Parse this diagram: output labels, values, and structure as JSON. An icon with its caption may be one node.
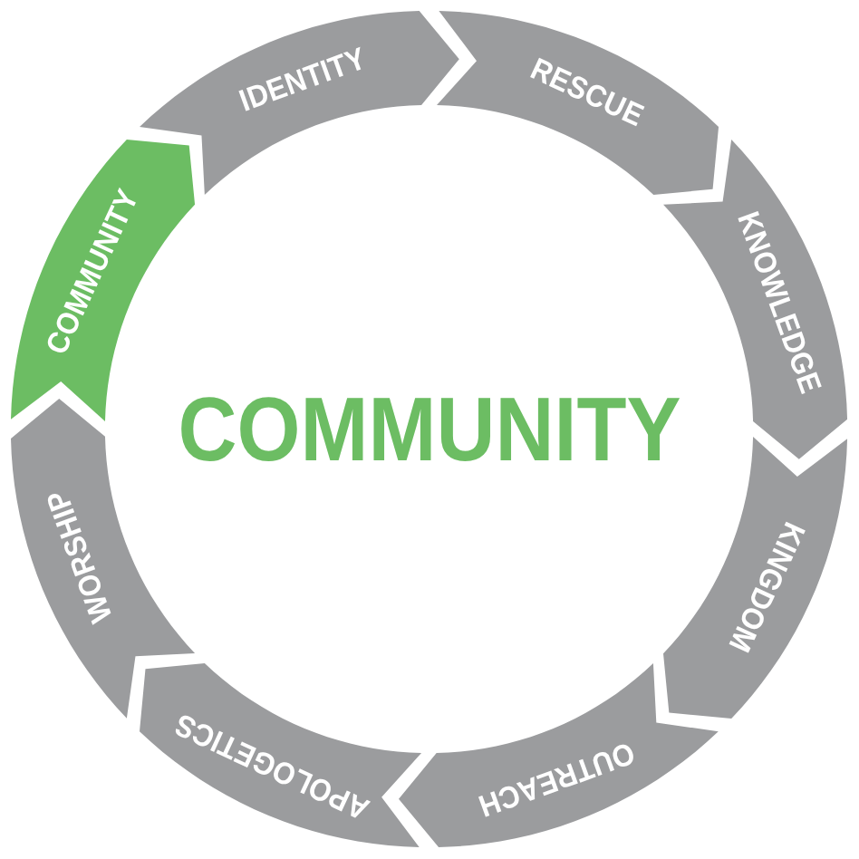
{
  "diagram": {
    "title": "COMMUNITY",
    "nodes": [
      {
        "text": [
          "COMMUNITY"
        ]
      },
      {
        "text": [
          "IDENTITY"
        ]
      },
      {
        "text": [
          "RESCUE"
        ]
      },
      {
        "text": [
          "KNOWLEDGE"
        ]
      },
      {
        "text": [
          "KINGDOM"
        ]
      },
      {
        "text": [
          "OUTREACH"
        ]
      },
      {
        "text": [
          "APOLOGETICS"
        ]
      },
      {
        "text": [
          "WORSHIP"
        ]
      }
    ]
  }
}
